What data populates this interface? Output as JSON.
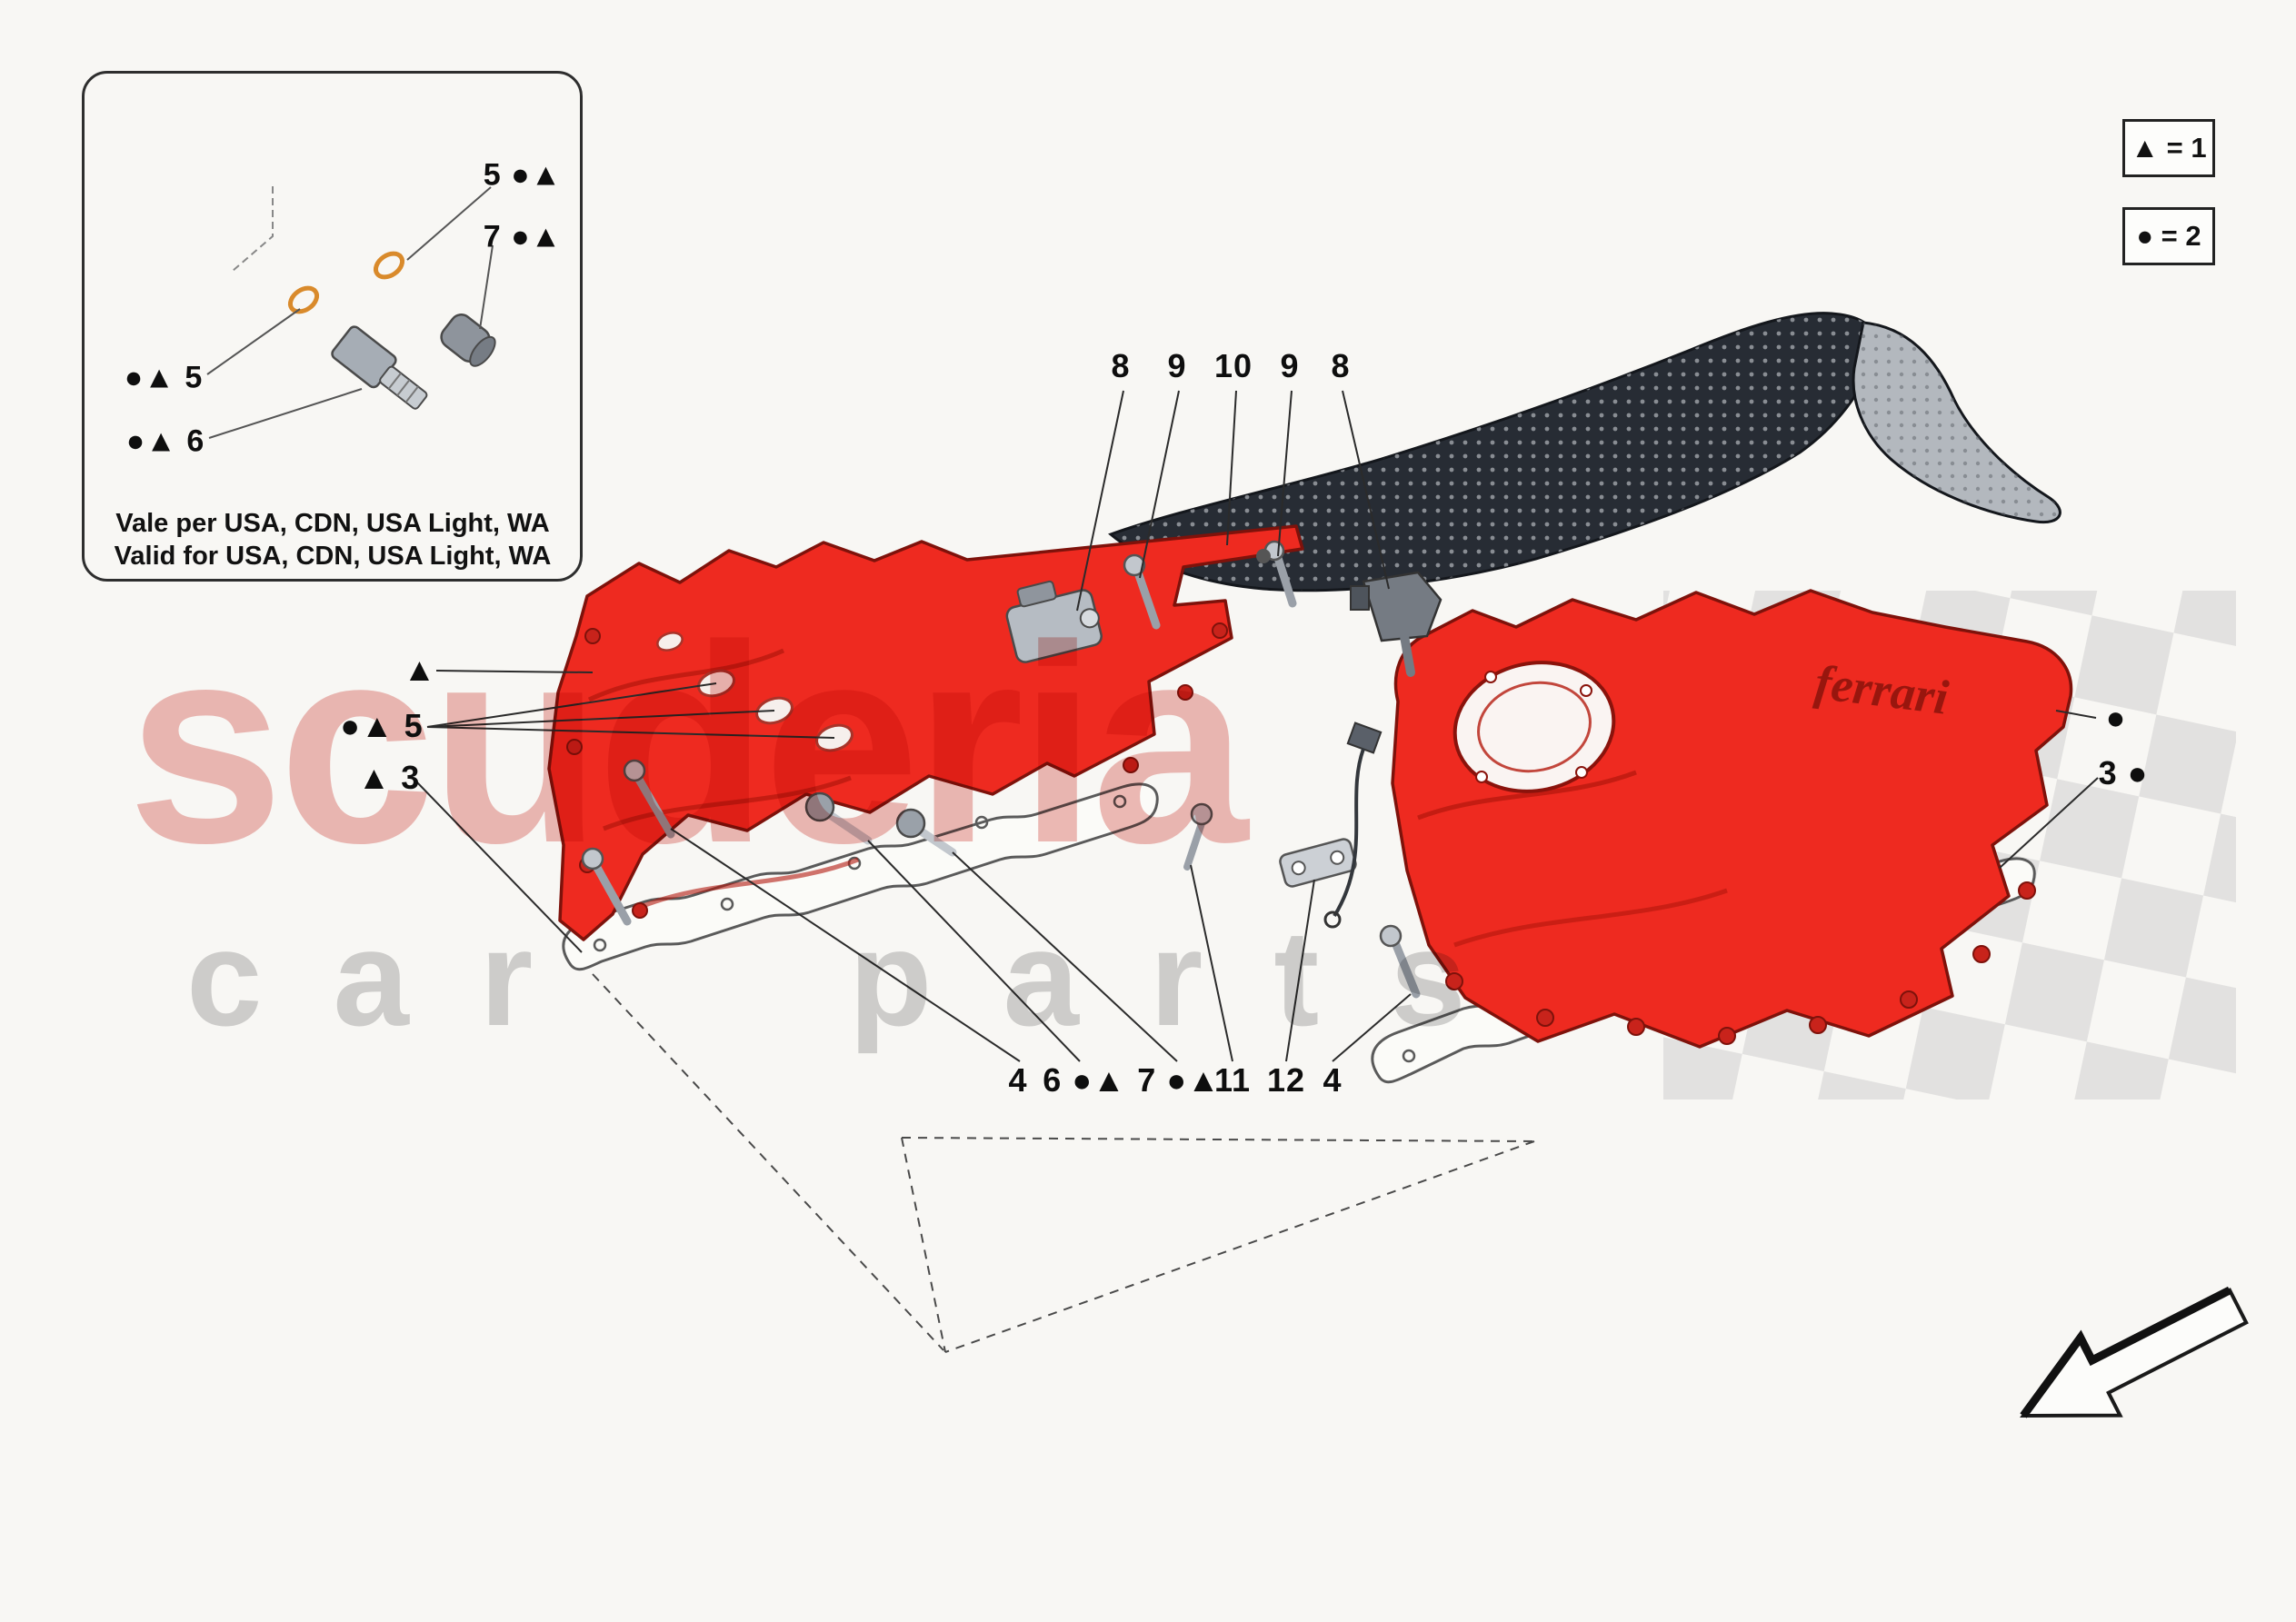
{
  "colors": {
    "cover_red": "#ee2a20",
    "cover_outline": "#7e120b",
    "oring_orange": "#d98a2b",
    "shield_dark": "#272c34",
    "background": "#f8f7f4"
  },
  "watermark": {
    "title": "scuderia",
    "subtitle": "car parts"
  },
  "legend": {
    "triangle": "▲ = 1",
    "circle": "● = 2"
  },
  "inset": {
    "callout_5_top": "5 ●▲",
    "callout_7": "7 ●▲",
    "callout_5_left": "●▲ 5",
    "callout_6": "●▲ 6",
    "note_it": "Vale per USA, CDN, USA Light, WA",
    "note_en": "Valid for USA, CDN, USA Light, WA"
  },
  "callouts": {
    "top": [
      "8",
      "9",
      "10",
      "9",
      "8"
    ],
    "left": [
      "▲",
      "●▲ 5",
      "▲ 3"
    ],
    "right": [
      "●",
      "3 ●"
    ],
    "bottom": [
      "4",
      "6 ●▲",
      "7 ●▲",
      "11",
      "12",
      "4"
    ]
  },
  "artwork": {
    "cover_script": "ferrari"
  }
}
